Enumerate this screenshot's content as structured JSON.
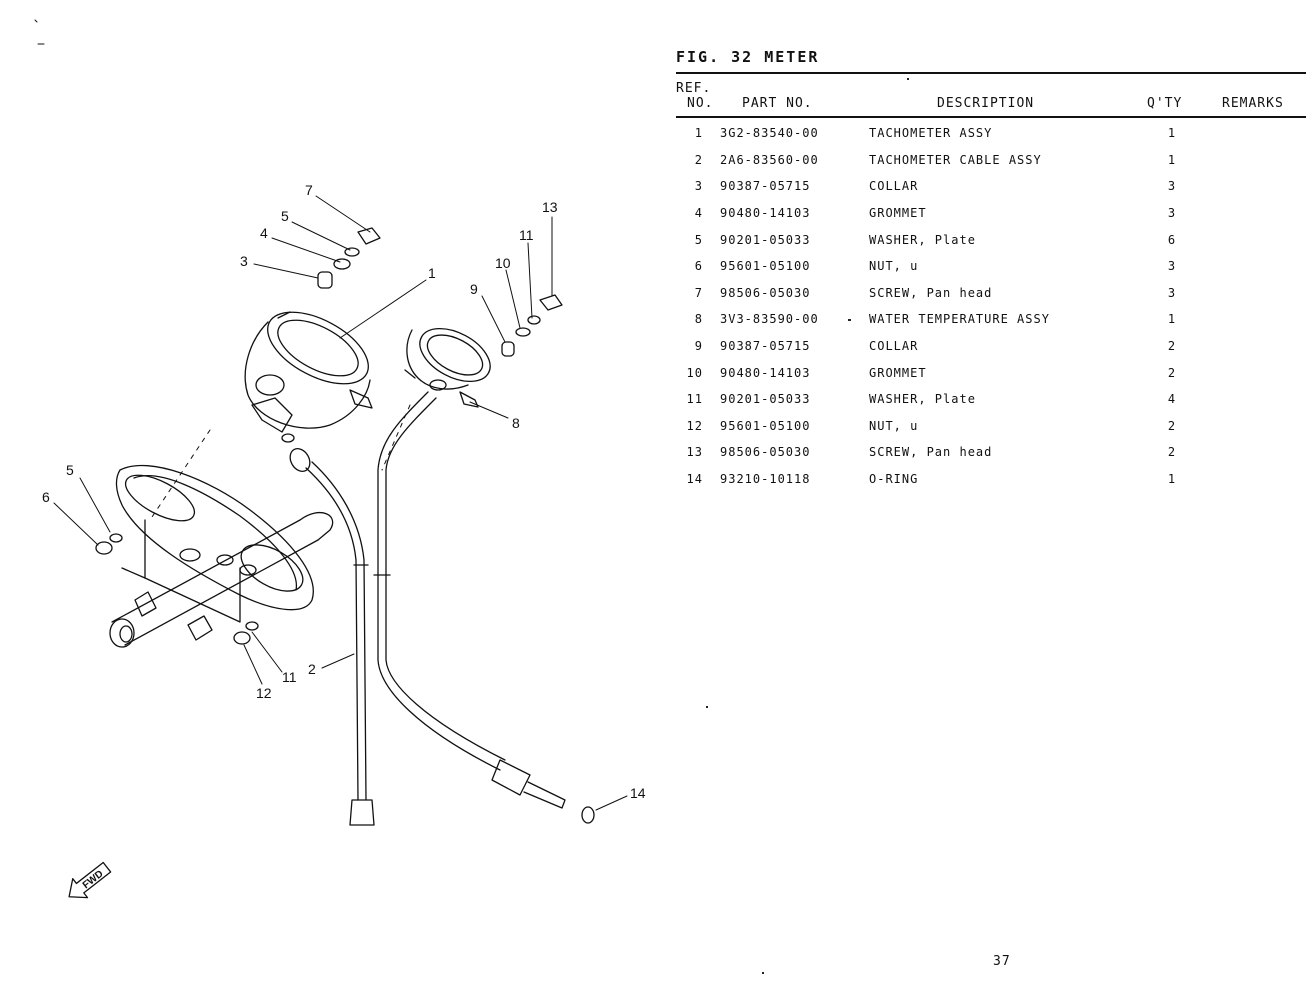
{
  "figure": {
    "title": "FIG. 32  METER"
  },
  "table": {
    "headers": {
      "ref_line1": "REF.",
      "ref_line2": "NO.",
      "part_no": "PART NO.",
      "description": "DESCRIPTION",
      "qty": "Q'TY",
      "remarks": "REMARKS"
    },
    "rows": [
      {
        "ref": "1",
        "part_no": "3G2-83540-00",
        "description": "TACHOMETER ASSY",
        "qty": "1",
        "remarks": ""
      },
      {
        "ref": "2",
        "part_no": "2A6-83560-00",
        "description": "TACHOMETER CABLE ASSY",
        "qty": "1",
        "remarks": ""
      },
      {
        "ref": "3",
        "part_no": "90387-05715",
        "description": "COLLAR",
        "qty": "3",
        "remarks": ""
      },
      {
        "ref": "4",
        "part_no": "90480-14103",
        "description": "GROMMET",
        "qty": "3",
        "remarks": ""
      },
      {
        "ref": "5",
        "part_no": "90201-05033",
        "description": "WASHER, Plate",
        "qty": "6",
        "remarks": ""
      },
      {
        "ref": "6",
        "part_no": "95601-05100",
        "description": "NUT, u",
        "qty": "3",
        "remarks": ""
      },
      {
        "ref": "7",
        "part_no": "98506-05030",
        "description": "SCREW, Pan head",
        "qty": "3",
        "remarks": ""
      },
      {
        "ref": "8",
        "part_no": "3V3-83590-00",
        "description": "WATER TEMPERATURE ASSY",
        "qty": "1",
        "remarks": ""
      },
      {
        "ref": "9",
        "part_no": "90387-05715",
        "description": "COLLAR",
        "qty": "2",
        "remarks": ""
      },
      {
        "ref": "10",
        "part_no": "90480-14103",
        "description": "GROMMET",
        "qty": "2",
        "remarks": ""
      },
      {
        "ref": "11",
        "part_no": "90201-05033",
        "description": "WASHER, Plate",
        "qty": "4",
        "remarks": ""
      },
      {
        "ref": "12",
        "part_no": "95601-05100",
        "description": "NUT, u",
        "qty": "2",
        "remarks": ""
      },
      {
        "ref": "13",
        "part_no": "98506-05030",
        "description": "SCREW, Pan head",
        "qty": "2",
        "remarks": ""
      },
      {
        "ref": "14",
        "part_no": "93210-10118",
        "description": "O-RING",
        "qty": "1",
        "remarks": ""
      }
    ]
  },
  "diagram": {
    "callouts": {
      "c1": "1",
      "c2": "2",
      "c3": "3",
      "c4": "4",
      "c5a": "5",
      "c5b": "5",
      "c6": "6",
      "c7": "7",
      "c8": "8",
      "c9": "9",
      "c10": "10",
      "c11a": "11",
      "c11b": "11",
      "c12": "12",
      "c13": "13",
      "c14": "14"
    },
    "fwd_label": "FWD"
  },
  "page": {
    "number": "37"
  }
}
